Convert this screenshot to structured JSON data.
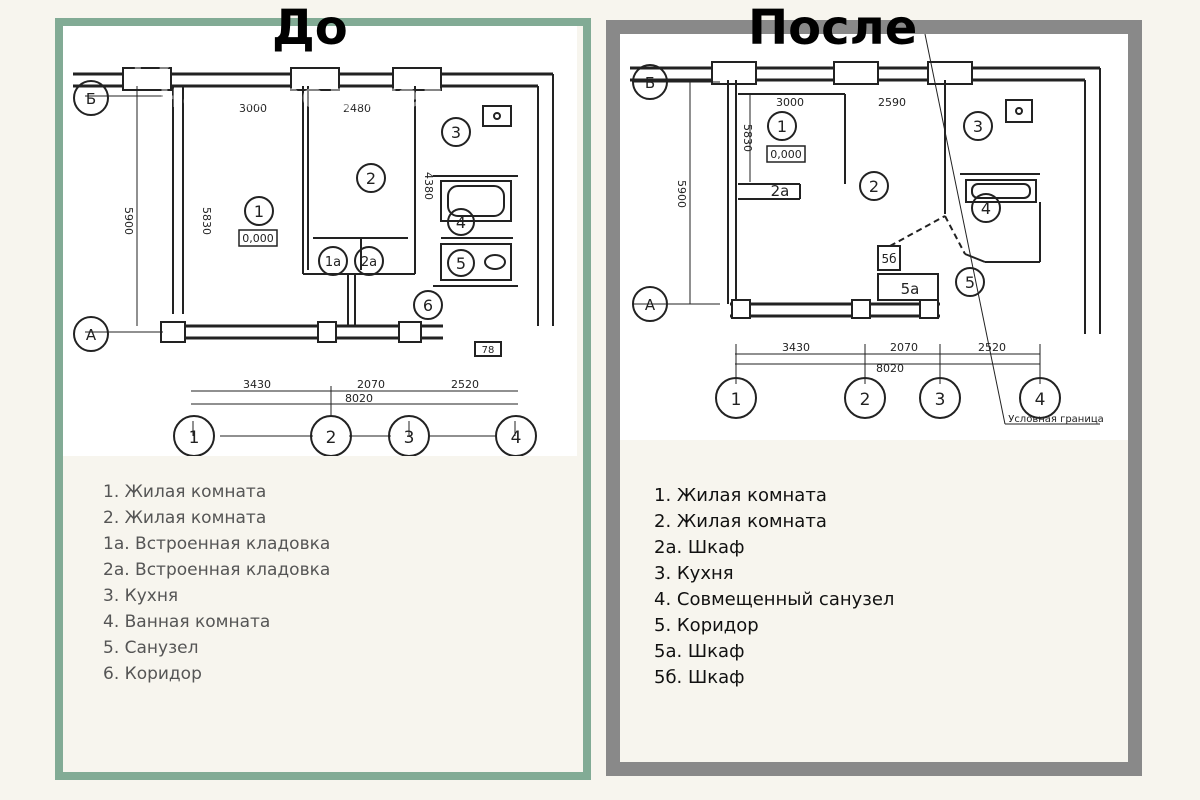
{
  "before": {
    "heading": "До",
    "watermark": [
      "Хрущёвки: как жили",
      "наши родители"
    ],
    "plan": {
      "axis_letters": [
        "Б",
        "А"
      ],
      "axis_numbers": [
        "1",
        "2",
        "3",
        "4"
      ],
      "dims_top": [
        "3000",
        "2480"
      ],
      "dim_vertical_outer": "5900",
      "dim_vertical_room1": "5830",
      "dim_vertical_room2": "4380",
      "dims_bottom": [
        "3430",
        "2070",
        "2520"
      ],
      "dim_total": "8020",
      "rooms": [
        "1",
        "2",
        "3",
        "4",
        "5",
        "6",
        "1а",
        "2а"
      ],
      "level_mark": "0,000",
      "stair_mark": "78"
    },
    "legend": [
      "1. Жилая комната",
      "2. Жилая  комната",
      "1а. Встроенная кладовка",
      "2а. Встроенная кладовка",
      "3. Кухня",
      "4. Ванная комната",
      "5. Санузел",
      "6. Коридор"
    ]
  },
  "after": {
    "heading": "После",
    "plan": {
      "axis_letters": [
        "Б",
        "А"
      ],
      "axis_numbers": [
        "1",
        "2",
        "3",
        "4"
      ],
      "dims_top": [
        "3000",
        "2590"
      ],
      "dim_vertical_outer": "5900",
      "dim_vertical_room1": "5830",
      "dims_bottom": [
        "3430",
        "2070",
        "2520"
      ],
      "dim_total": "8020",
      "rooms": [
        "1",
        "2",
        "3",
        "4",
        "5",
        "2а",
        "5а",
        "5б"
      ],
      "level_mark": "0,000",
      "boundary_label": "Условная граница"
    },
    "legend": [
      "1. Жилая комната",
      "2. Жилая  комната",
      "2а. Шкаф",
      "3. Кухня",
      "4. Совмещенный санузел",
      "5. Коридор",
      "5а. Шкаф",
      "5б. Шкаф"
    ]
  },
  "colors": {
    "before_border": "#82ab95",
    "after_border": "#898989",
    "background": "#f7f5ee"
  }
}
